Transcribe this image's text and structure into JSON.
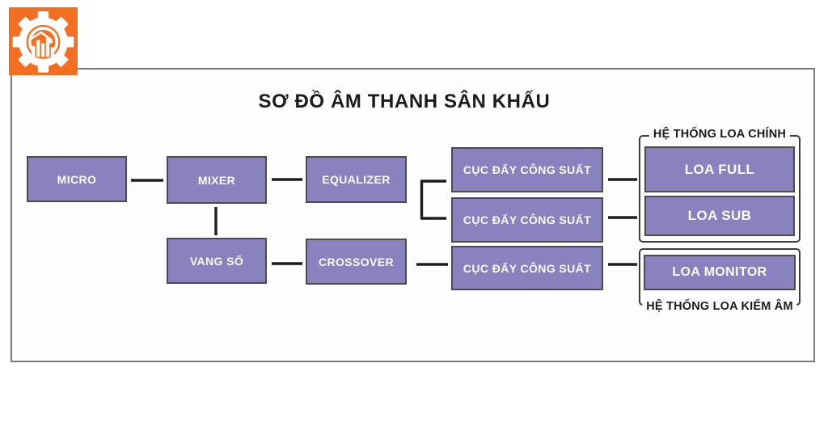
{
  "title": "SƠ ĐỒ ÂM THANH SÂN KHẤU",
  "logo": {
    "icon": "gear-bar-chart",
    "bg_color": "#F26F21",
    "glyph_color": "#FFFFFF"
  },
  "nodes": {
    "micro": {
      "label": "MICRO"
    },
    "mixer": {
      "label": "MIXER"
    },
    "vang_so": {
      "label": "VANG SỐ"
    },
    "equalizer": {
      "label": "EQUALIZER"
    },
    "crossover": {
      "label": "CROSSOVER"
    },
    "amp_top": {
      "label": "CỤC ĐẨY CÔNG SUẤT"
    },
    "amp_mid": {
      "label": "CỤC ĐẨY CÔNG SUẤT"
    },
    "amp_bottom": {
      "label": "CỤC ĐẨY CÔNG SUẤT"
    },
    "loa_full": {
      "label": "LOA FULL"
    },
    "loa_sub": {
      "label": "LOA SUB"
    },
    "loa_monitor": {
      "label": "LOA MONITOR"
    }
  },
  "groups": {
    "main": {
      "label": "HỆ THỐNG LOA CHÍNH"
    },
    "monitor": {
      "label": "HỆ THỐNG LOA KIỂM ÂM"
    }
  },
  "connections": [
    {
      "from": "micro",
      "to": "mixer",
      "type": "arrow"
    },
    {
      "from": "mixer",
      "to": "equalizer",
      "type": "arrow"
    },
    {
      "from": "mixer",
      "to": "vang_so",
      "type": "double-arrow"
    },
    {
      "from": "vang_so",
      "to": "crossover",
      "type": "arrow"
    },
    {
      "from": "equalizer",
      "to": "amp_top",
      "type": "arrow"
    },
    {
      "from": "equalizer",
      "to": "amp_mid",
      "type": "arrow"
    },
    {
      "from": "crossover",
      "to": "amp_bottom",
      "type": "arrow"
    },
    {
      "from": "amp_top",
      "to": "loa_full",
      "type": "arrow"
    },
    {
      "from": "amp_mid",
      "to": "loa_sub",
      "type": "arrow"
    },
    {
      "from": "amp_bottom",
      "to": "loa_monitor",
      "type": "arrow"
    }
  ],
  "colors": {
    "node_fill": "#8982BE",
    "node_border": "#4B4B4B",
    "node_text": "#FAFAFA",
    "arrow": "#1D1D1D",
    "frame_border": "#7A7A7A",
    "group_border": "#3C3C3C",
    "background": "#FDFDFD",
    "logo_bg": "#F26F21"
  }
}
